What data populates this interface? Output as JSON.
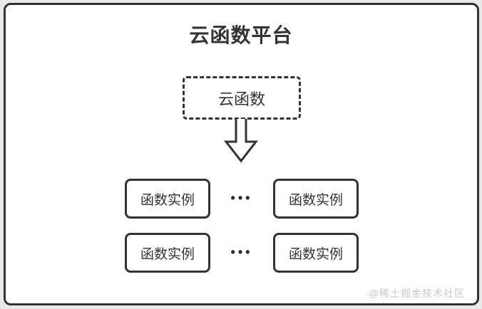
{
  "diagram": {
    "title": "云函数平台",
    "cloud_function": {
      "label": "云函数"
    },
    "instances": {
      "rows": [
        {
          "boxes": [
            "函数实例",
            "函数实例"
          ],
          "separator": "•••"
        },
        {
          "boxes": [
            "函数实例",
            "函数实例"
          ],
          "separator": "•••"
        }
      ]
    },
    "watermark": "@稀土掘金技术社区",
    "colors": {
      "frame_border": "#333333",
      "canvas_background": "#ffffff",
      "outer_background": "#e9e9e9",
      "text": "#333333",
      "watermark_text": "#c8c8c8"
    }
  }
}
